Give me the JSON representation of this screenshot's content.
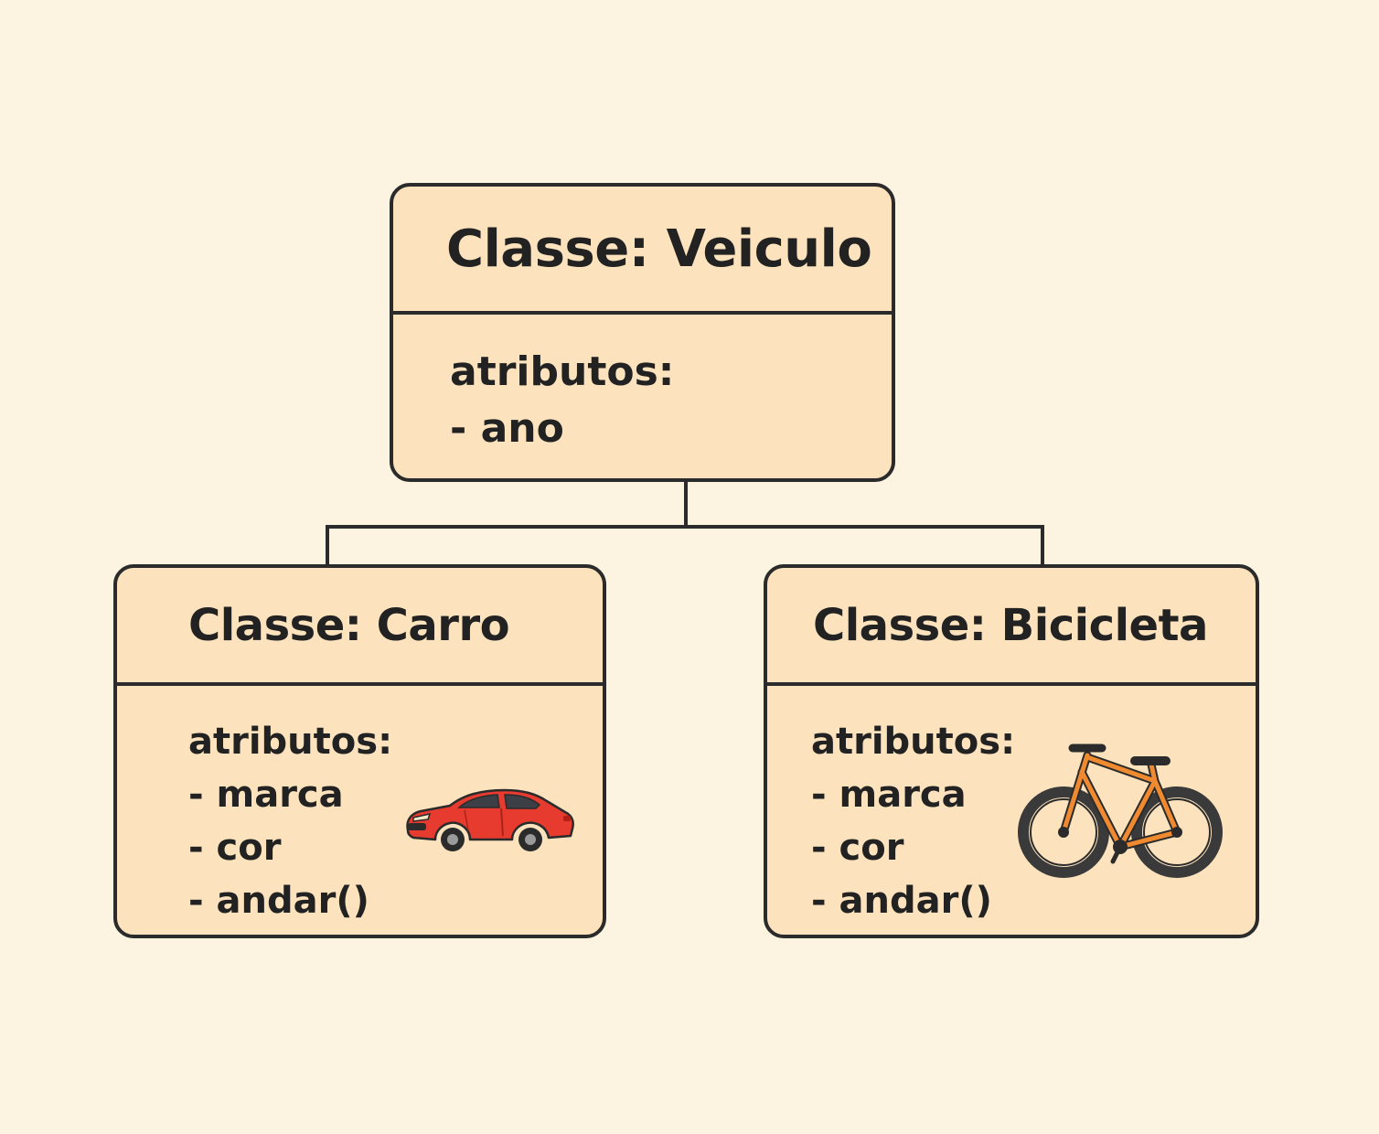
{
  "diagram": {
    "parent": {
      "title": "Classe: Veiculo",
      "attributes_heading": "atributos:",
      "members": [
        "- ano"
      ]
    },
    "children": [
      {
        "title": "Classe: Carro",
        "attributes_heading": "atributos:",
        "members": [
          "- marca",
          "- cor",
          "- andar()"
        ],
        "icon": "car-icon",
        "icon_color": "#e63b2e"
      },
      {
        "title": "Classe: Bicicleta",
        "attributes_heading": "atributos:",
        "members": [
          "- marca",
          "- cor",
          "- andar()"
        ],
        "icon": "bicycle-icon",
        "icon_color": "#f08a30"
      }
    ],
    "colors": {
      "background": "#fdf3e1",
      "box_fill": "#fce3bd",
      "stroke": "#2b2b2b",
      "text": "#222222"
    }
  }
}
